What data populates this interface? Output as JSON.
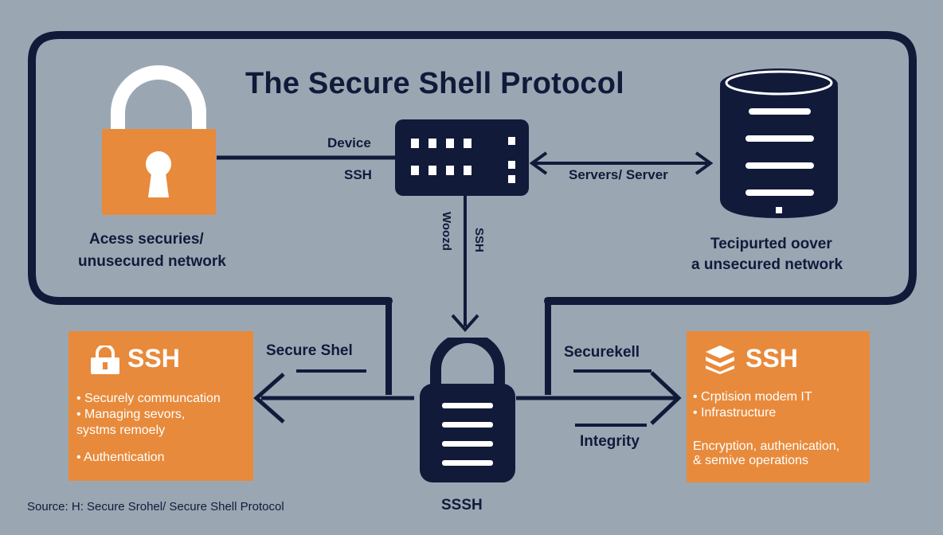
{
  "title": "The Secure Shell Protocol",
  "top_left": {
    "caption_line1": "Acess securies/",
    "caption_line2": "unusecured network"
  },
  "center_top": {
    "label_device": "Device",
    "label_ssh": "SSH"
  },
  "top_right": {
    "arrow_label": "Servers/ Server",
    "caption_line1": "Tecipurted oover",
    "caption_line2": "a unsecured network"
  },
  "vertical_labels": {
    "left": "Woozd",
    "right": "SSH"
  },
  "left_arrow_label": "Secure Shel",
  "right_arrow_label_top": "Securekell",
  "right_arrow_label_bottom": "Integrity",
  "bottom_server_label": "SSSH",
  "left_card": {
    "heading": "SSH",
    "items": [
      "• Securely communcation",
      "• Managing  sevors,",
      "   systms remoely",
      "• Authentication"
    ]
  },
  "right_card": {
    "heading": "SSH",
    "items": [
      "• Crptision modem IT",
      "• Infrastructure",
      "Encryption, authenication,",
      "& semive operations"
    ]
  },
  "source": "Source: H: Secure Srohel/ Secure Shell Protocol",
  "colors": {
    "background": "#9aa7b3",
    "navy": "#121a3a",
    "orange": "#e88a3b",
    "white": "#ffffff"
  },
  "icons": [
    "padlock-icon",
    "device-icon",
    "database-server-icon",
    "padlock-server-icon",
    "lock-small-icon",
    "stack-icon"
  ]
}
